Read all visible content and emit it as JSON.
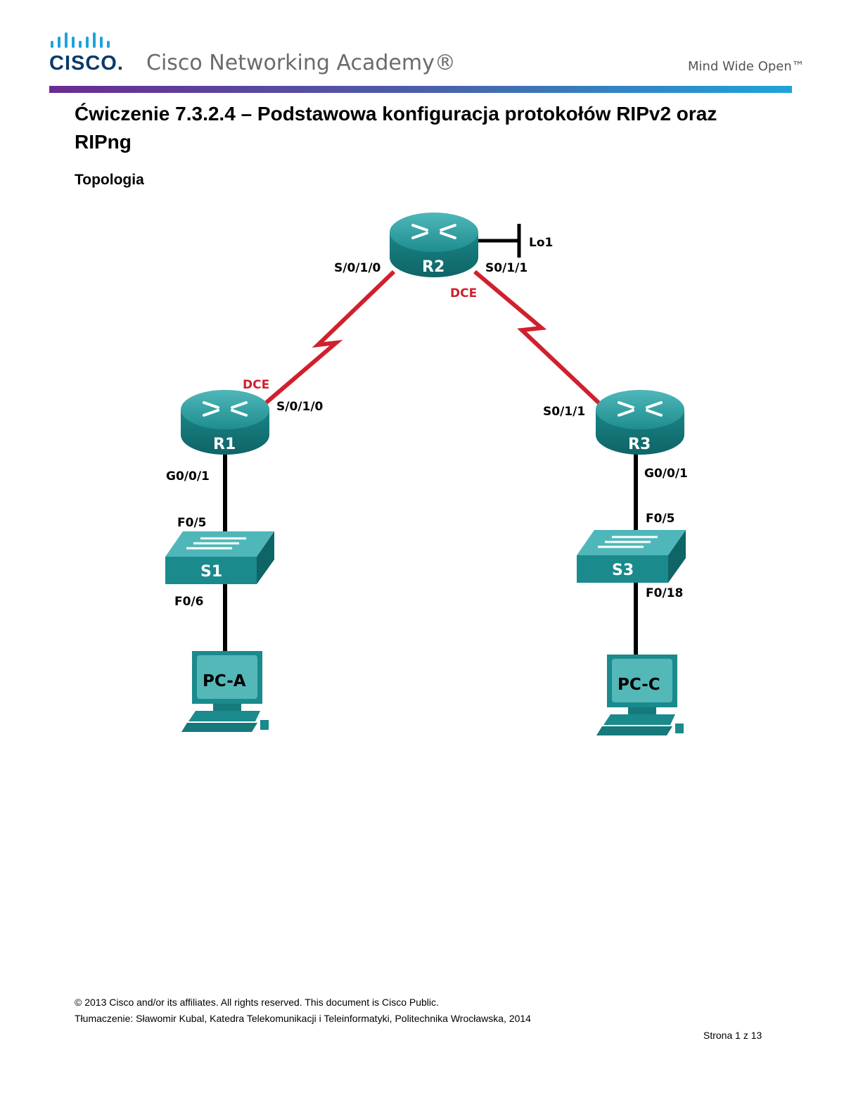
{
  "header": {
    "logo_word": "CISCO.",
    "academy_title": "Cisco Networking Academy®",
    "tagline": "Mind Wide Open™",
    "bar_colors": [
      "#6a2c91",
      "#1fa3d9"
    ]
  },
  "document": {
    "title": "Ćwiczenie 7.3.2.4 – Podstawowa konfiguracja protokołów RIPv2 oraz RIPng",
    "section_heading": "Topologia"
  },
  "topology": {
    "link_color": "#d0202e",
    "device_color": "#1a8a8c",
    "devices": {
      "r1": "R1",
      "r2": "R2",
      "r3": "R3",
      "s1": "S1",
      "s3": "S3",
      "pca": "PC-A",
      "pcc": "PC-C"
    },
    "interfaces": {
      "r2_left": "S/0/1/0",
      "r2_right": "S0/1/1",
      "r2_loopback": "Lo1",
      "r2_dce": "DCE",
      "r1_dce": "DCE",
      "r1_serial": "S/0/1/0",
      "r3_serial": "S0/1/1",
      "r1_gig": "G0/0/1",
      "r3_gig": "G0/0/1",
      "s1_up": "F0/5",
      "s1_down": "F0/6",
      "s3_up": "F0/5",
      "s3_down": "F0/18"
    }
  },
  "footer": {
    "copyright": "© 2013 Cisco and/or its affiliates. All rights reserved. This document is Cisco Public.",
    "translation": "Tłumaczenie: Sławomir Kubal, Katedra Telekomunikacji i Teleinformatyki, Politechnika Wrocławska, 2014",
    "page": "Strona 1 z 13"
  }
}
